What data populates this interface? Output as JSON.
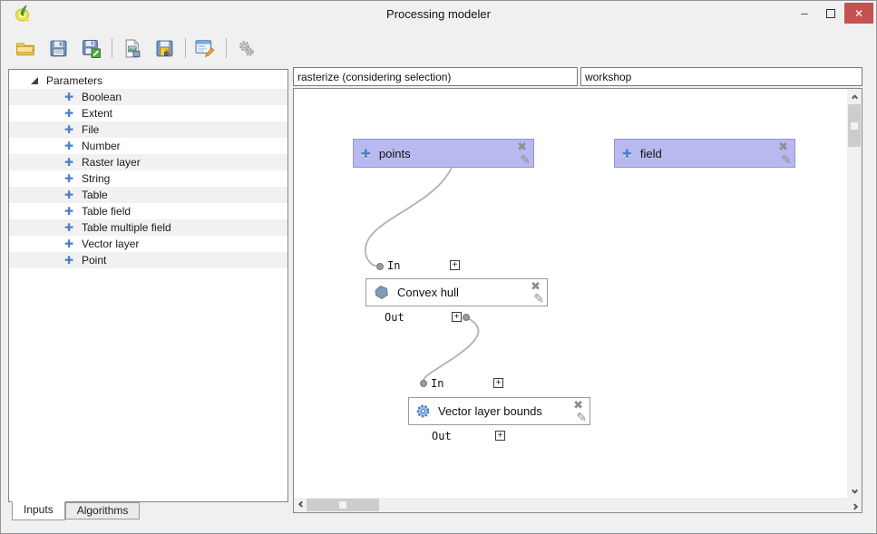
{
  "window": {
    "title": "Processing modeler",
    "minimize_glyph": "–",
    "close_glyph": "✕"
  },
  "toolbar": {
    "buttons": [
      {
        "name": "open-model"
      },
      {
        "name": "save-model"
      },
      {
        "name": "save-model-as"
      },
      {
        "name": "export-as-image"
      },
      {
        "name": "export-as-python"
      },
      {
        "name": "edit-model-help"
      },
      {
        "name": "run-model",
        "enabled": false
      }
    ]
  },
  "left_panel": {
    "tree_root": "Parameters",
    "items": [
      "Boolean",
      "Extent",
      "File",
      "Number",
      "Raster layer",
      "String",
      "Table",
      "Table field",
      "Table multiple field",
      "Vector layer",
      "Point"
    ],
    "tabs": [
      {
        "label": "Inputs",
        "active": true
      },
      {
        "label": "Algorithms",
        "active": false
      }
    ]
  },
  "model": {
    "name": "rasterize (considering selection)",
    "group": "workshop"
  },
  "canvas": {
    "input_nodes": [
      {
        "label": "points"
      },
      {
        "label": "field"
      }
    ],
    "algorithm_nodes": [
      {
        "label": "Convex hull",
        "in_label": "In",
        "out_label": "Out"
      },
      {
        "label": "Vector layer bounds",
        "in_label": "In",
        "out_label": "Out"
      }
    ],
    "expand_glyph": "+"
  },
  "glyphs": {
    "plus": "✚",
    "delete": "✖",
    "edit": "✎"
  },
  "colors": {
    "input_node_fill": "#b9b9f1",
    "close_button": "#c75050",
    "plus_blue": "#4e7fc4",
    "connection": "#b0b0b0"
  }
}
